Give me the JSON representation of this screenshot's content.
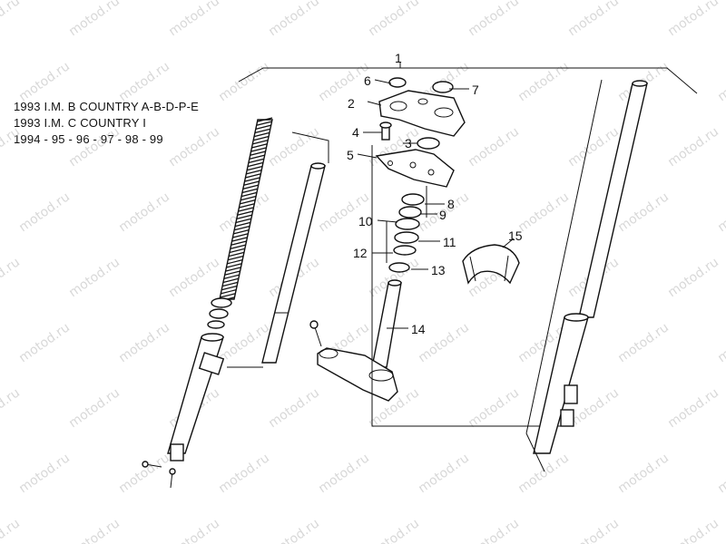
{
  "notes": [
    "1993 I.M. B COUNTRY A-B-D-P-E",
    "1993 I.M. C COUNTRY I",
    "1994 - 95 - 96 - 97 - 98 - 99"
  ],
  "watermark": "motod.ru",
  "callouts": {
    "c1": "1",
    "c2": "2",
    "c3": "3",
    "c4": "4",
    "c5": "5",
    "c6": "6",
    "c7": "7",
    "c8": "8",
    "c9": "9",
    "c10": "10",
    "c11": "11",
    "c12": "12",
    "c13": "13",
    "c14": "14",
    "c15": "15"
  }
}
